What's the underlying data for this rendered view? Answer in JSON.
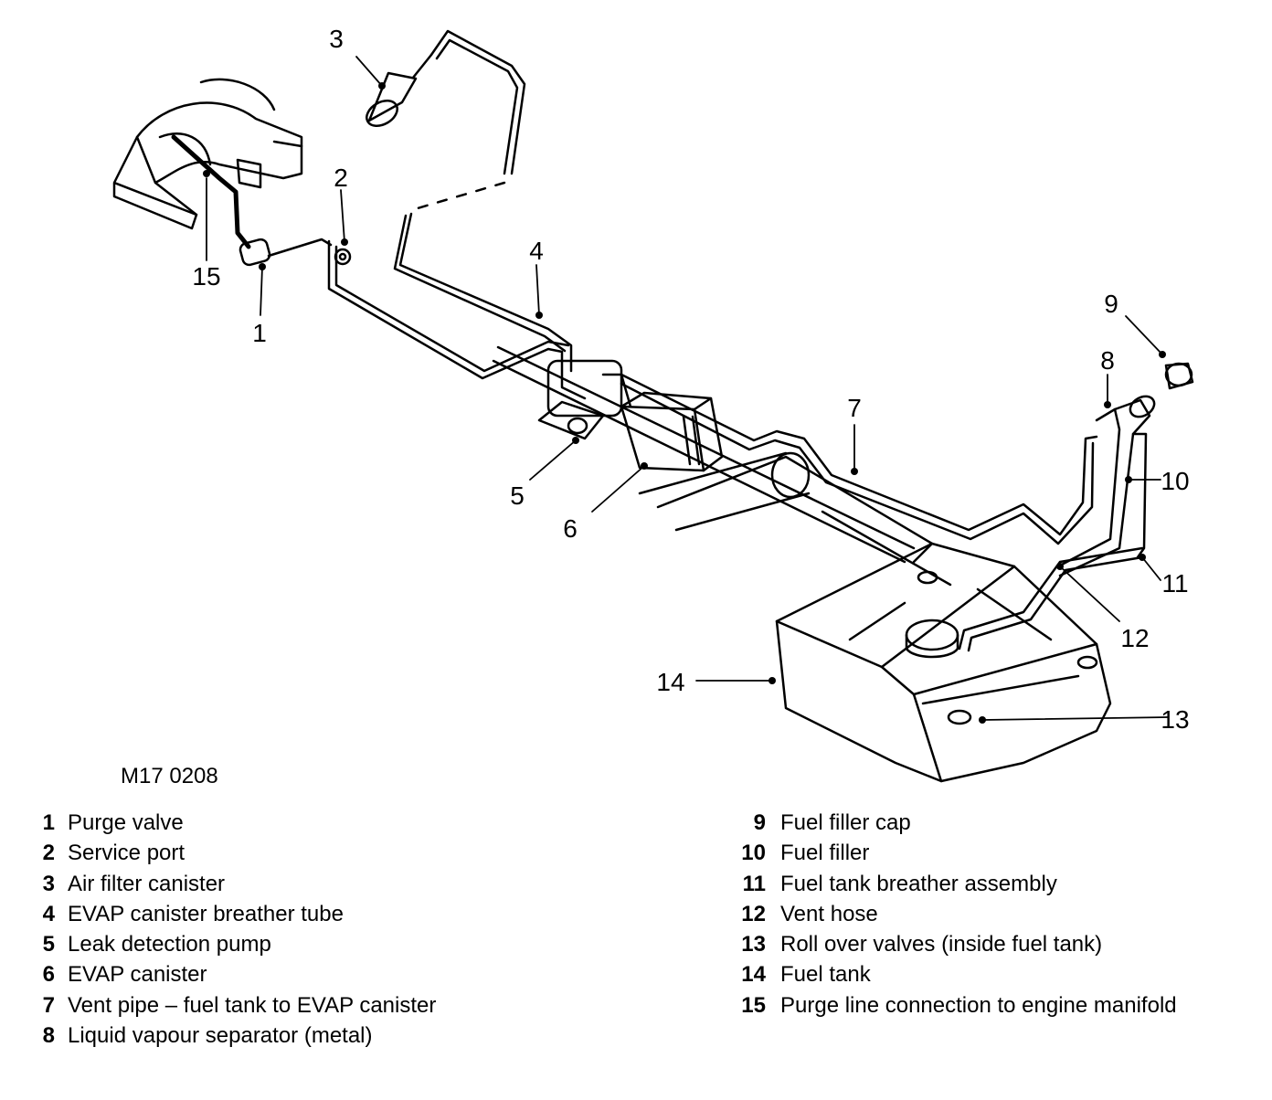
{
  "figure_ref": "M17 0208",
  "callouts": [
    "1",
    "2",
    "3",
    "4",
    "5",
    "6",
    "7",
    "8",
    "9",
    "10",
    "11",
    "12",
    "13",
    "14",
    "15"
  ],
  "legend": [
    {
      "num": "1",
      "text": "Purge valve"
    },
    {
      "num": "2",
      "text": "Service port"
    },
    {
      "num": "3",
      "text": "Air filter canister"
    },
    {
      "num": "4",
      "text": "EVAP canister breather tube"
    },
    {
      "num": "5",
      "text": "Leak detection pump"
    },
    {
      "num": "6",
      "text": "EVAP canister"
    },
    {
      "num": "7",
      "text": "Vent pipe – fuel tank to EVAP canister"
    },
    {
      "num": "8",
      "text": "Liquid vapour separator (metal)"
    },
    {
      "num": "9",
      "text": "Fuel filler cap"
    },
    {
      "num": "10",
      "text": "Fuel filler"
    },
    {
      "num": "11",
      "text": "Fuel tank breather assembly"
    },
    {
      "num": "12",
      "text": "Vent hose"
    },
    {
      "num": "13",
      "text": "Roll over valves (inside fuel tank)"
    },
    {
      "num": "14",
      "text": "Fuel tank"
    },
    {
      "num": "15",
      "text": "Purge line connection to engine manifold"
    }
  ]
}
